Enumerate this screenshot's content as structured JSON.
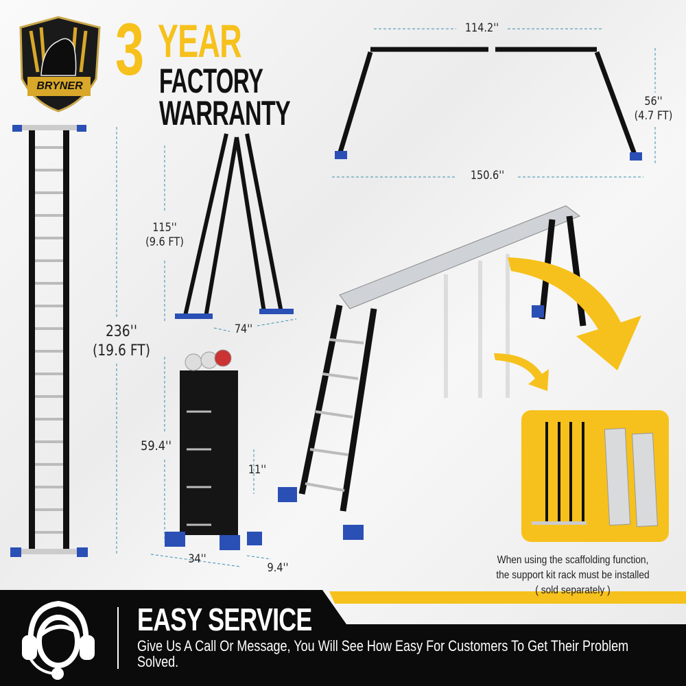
{
  "brand": {
    "logo_text": "BRYNER"
  },
  "warranty": {
    "number": "3",
    "year": "YEAR",
    "line2": "FACTORY",
    "line3": "WARRANTY"
  },
  "dimensions": {
    "full_height": "236''",
    "full_height_ft": "(19.6 FT)",
    "a_frame_height": "115''",
    "a_frame_height_ft": "(9.6 FT)",
    "a_frame_width": "74''",
    "folded_height": "59.4''",
    "folded_step": "11''",
    "folded_width": "34''",
    "folded_depth": "9.4''",
    "bridge_top": "114.2''",
    "bridge_height": "56''",
    "bridge_height_ft": "(4.7 FT)",
    "bridge_bottom": "150.6''"
  },
  "scaffold_note": {
    "line1": "When using the scaffolding function,",
    "line2": "the support kit rack must be installed",
    "line3": "( sold separately )"
  },
  "service": {
    "title": "EASY SERVICE",
    "text": "Give Us A Call Or Message, You Will See How Easy For Customers To Get Their Problem Solved.",
    "icon": "headset-support-icon"
  },
  "colors": {
    "accent": "#f6c11c",
    "dark": "#111111",
    "ladder_blue": "#2a4fb5"
  }
}
